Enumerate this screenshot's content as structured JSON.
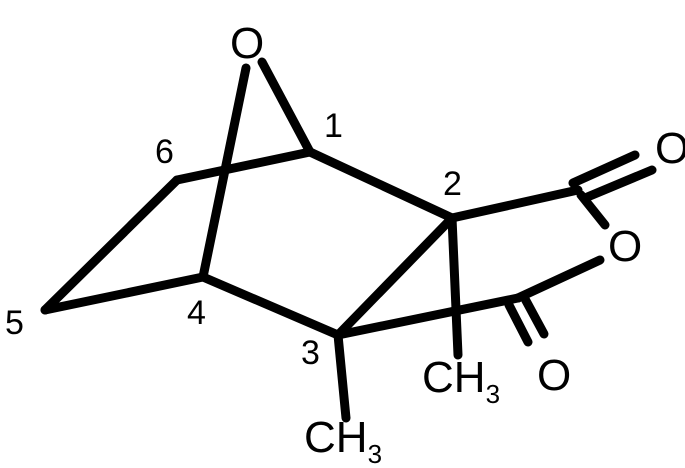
{
  "colors": {
    "ink": "#000000",
    "background": "#ffffff"
  },
  "atoms": {
    "bridge_oxygen": "O",
    "carbonyl_oxygen_top": "O",
    "ring_oxygen": "O",
    "carbonyl_oxygen_bottom": "O"
  },
  "methyls": {
    "on_c2": {
      "base": "CH",
      "sub": "3"
    },
    "on_c3": {
      "base": "CH",
      "sub": "3"
    }
  },
  "locants": {
    "c1": "1",
    "c2": "2",
    "c3": "3",
    "c4": "4",
    "c5": "5",
    "c6": "6"
  }
}
